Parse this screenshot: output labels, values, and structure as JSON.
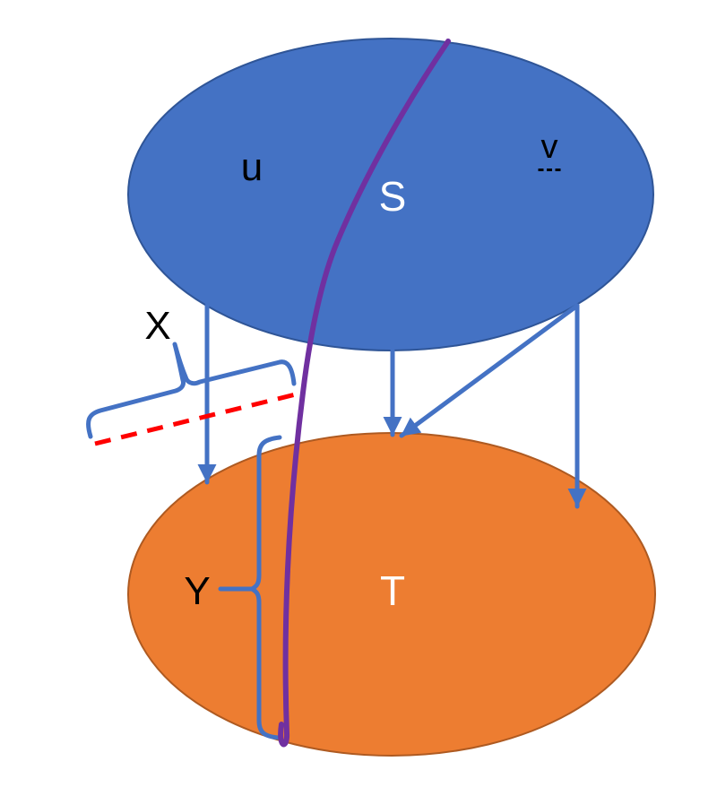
{
  "colors": {
    "blue_fill": "#4472C4",
    "blue_stroke": "#2F5597",
    "orange_fill": "#ED7D31",
    "orange_stroke": "#AE5A21",
    "accent_blue": "#4472C4",
    "purple": "#7030A0",
    "red": "#FF0000",
    "label_dark": "#000000",
    "label_light": "#FFFFFF"
  },
  "labels": {
    "top_set": "S",
    "element_u": "u",
    "element_v": "v",
    "bottom_set": "T",
    "brace_x": "X",
    "brace_y": "Y"
  }
}
